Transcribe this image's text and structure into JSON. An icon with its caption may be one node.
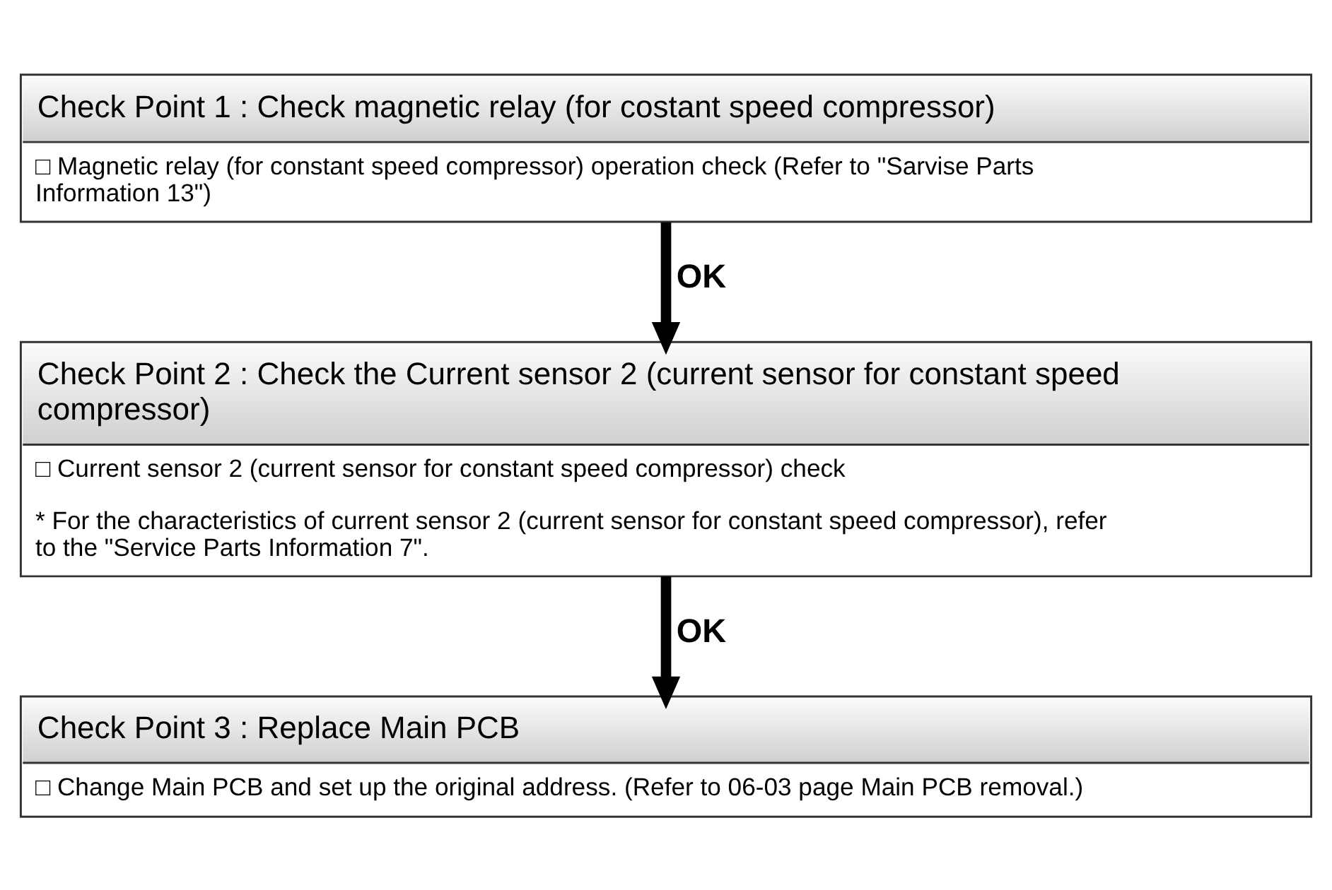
{
  "diagram": {
    "nodes": [
      {
        "text": [
          "Check Point 1 : Check magnetic relay (for costant speed compressor)",
          "□ Magnetic relay (for constant speed compressor) operation check (Refer to \"Sarvise Parts Information 13\")"
        ]
      },
      {
        "text": [
          "Check Point 2 : Check the Current sensor 2 (current sensor for constant speed compressor)",
          "□ Current sensor 2 (current sensor for constant speed compressor) check",
          "* For the characteristics of current sensor 2 (current sensor for constant speed compressor), refer to the \"Service Parts Information 7\"."
        ]
      },
      {
        "text": [
          "Check Point 3 : Replace Main PCB",
          "□ Change Main PCB and set up the original address. (Refer to 06-03 page Main PCB removal.)"
        ]
      }
    ],
    "edges": [
      {
        "from": 0,
        "to": 1,
        "arrow": "to",
        "label": "OK"
      },
      {
        "from": 1,
        "to": 2,
        "arrow": "to",
        "label": "OK"
      }
    ]
  }
}
